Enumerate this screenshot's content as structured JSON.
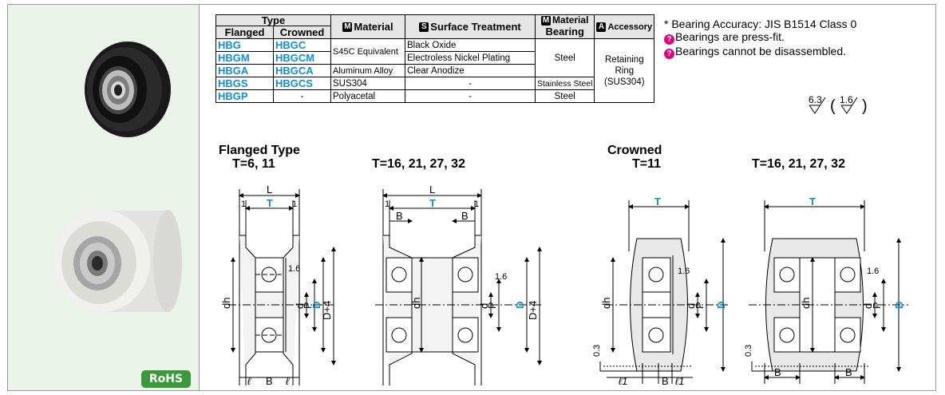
{
  "table": {
    "header": {
      "type": "Type",
      "flanged": "Flanged",
      "crowned": "Crowned",
      "material_badge": "M",
      "material": "Material",
      "surface_badge": "S",
      "surface": "Surface Treatment",
      "mat_bearing_badge": "M",
      "mat_bearing_top": "Material",
      "mat_bearing_bottom": "Bearing",
      "accessory_badge": "A",
      "accessory": "Accessory"
    },
    "rows": [
      {
        "flanged": "HBG",
        "crowned": "HBGC",
        "material": "S45C Equivalent",
        "surface": "Black Oxide"
      },
      {
        "flanged": "HBGM",
        "crowned": "HBGCM",
        "surface": "Electroless Nickel Plating"
      },
      {
        "flanged": "HBGA",
        "crowned": "HBGCA",
        "material": "Aluminum Alloy",
        "surface": "Clear Anodize"
      },
      {
        "flanged": "HBGS",
        "crowned": "HBGCS",
        "material": "SUS304",
        "surface": "-",
        "bearing": "Stainless Steel"
      },
      {
        "flanged": "HBGP",
        "crowned": "-",
        "material": "Polyacetal",
        "surface": "-",
        "bearing": "Steel"
      }
    ],
    "bearing_steel": "Steel",
    "accessory_value": [
      "Retaining",
      "Ring",
      "(SUS304)"
    ]
  },
  "notes": {
    "accuracy": "* Bearing Accuracy: JIS B1514 Class 0",
    "press_fit": "Bearings are press-fit.",
    "no_disassembly": "Bearings cannot be disassembled.",
    "roughness_a": "6.3",
    "roughness_b": "1.6"
  },
  "drawings": {
    "flanged_title": "Flanged Type",
    "flanged_small_t": "T=6, 11",
    "flanged_large_t": "T=16, 21, 27, 32",
    "crowned_title": "Crowned",
    "crowned_small_t": "T=11",
    "crowned_large_t": "T=16, 21, 27, 32",
    "labels": {
      "L": "L",
      "T": "T",
      "one": "1",
      "B": "B",
      "dh": "dh",
      "d": "d",
      "P": "P",
      "D": "D",
      "D4": "D+4",
      "ell": "ℓ",
      "ell1": "ℓ1",
      "r16": "1.6",
      "c03": "0.3"
    }
  },
  "badge": {
    "rohs": "RoHS"
  },
  "colors": {
    "accent_blue": "#0d8fd8",
    "panel_green": "#eaf3e7",
    "rohs_green": "#3a9a3a",
    "pin_magenta": "#e6007e"
  }
}
